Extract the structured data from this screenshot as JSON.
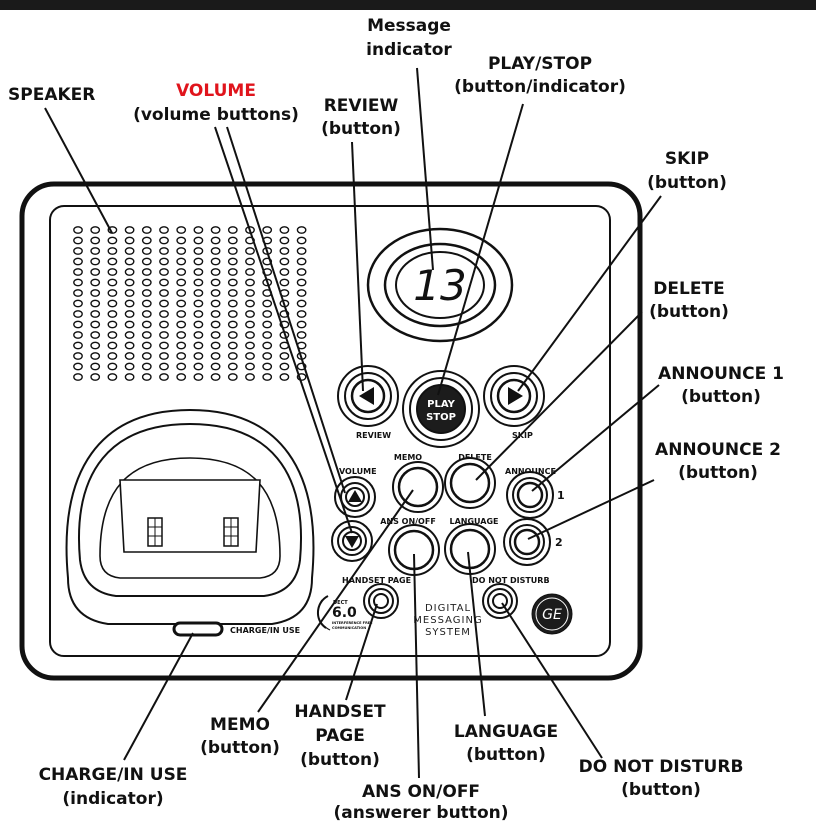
{
  "labels": {
    "speaker": "SPEAKER",
    "volume": "VOLUME",
    "volume_sub": "(volume buttons)",
    "review": "REVIEW",
    "review_sub": "(button)",
    "message": "Message",
    "message_sub": "indicator",
    "playstop": "PLAY/STOP",
    "playstop_sub": "(button/indicator)",
    "skip": "SKIP",
    "skip_sub": "(button)",
    "delete": "DELETE",
    "delete_sub": "(button)",
    "ann1": "ANNOUNCE 1",
    "ann1_sub": "(button)",
    "ann2": "ANNOUNCE 2",
    "ann2_sub": "(button)",
    "memo": "MEMO",
    "memo_sub": "(button)",
    "handset": "HANDSET",
    "handset_2": "PAGE",
    "handset_sub": "(button)",
    "charge": "CHARGE/IN USE",
    "charge_sub": "(indicator)",
    "ans": "ANS ON/OFF",
    "ans_sub": "(answerer button)",
    "language": "LANGUAGE",
    "language_sub": "(button)",
    "dnd": "DO NOT DISTURB",
    "dnd_sub": "(button)"
  },
  "device": {
    "display": "13",
    "play": "PLAY",
    "stop": "STOP",
    "review": "REVIEW",
    "skip": "SKIP",
    "volume": "VOLUME",
    "memo": "MEMO",
    "delete": "DELETE",
    "announce": "ANNOUNCE",
    "ann1": "1",
    "ann2": "2",
    "anson": "ANS ON/OFF",
    "language": "LANGUAGE",
    "handset": "HANDSET PAGE",
    "dnd": "DO NOT DISTURB",
    "charge": "CHARGE/IN USE",
    "digital": "DIGITAL",
    "messaging": "MESSAGING",
    "system": "SYSTEM",
    "dect_top": "DECT",
    "dect": "6.0",
    "dect_sub": "INTERFERENCE FREE",
    "dect_sub2": "COMMUNICATION",
    "ge": "GE"
  },
  "colors": {
    "accent_red": "#e0141c",
    "top_bar": "#1a1a1a"
  }
}
